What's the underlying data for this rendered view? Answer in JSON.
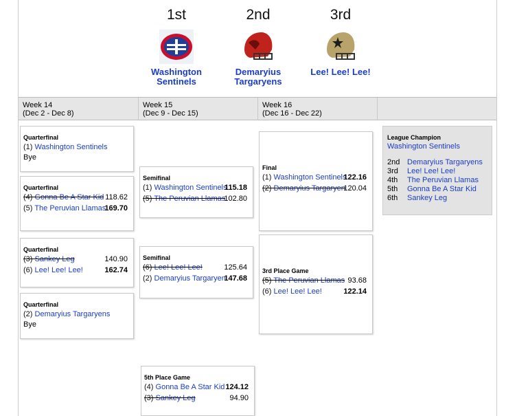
{
  "podium": [
    {
      "place": "1st",
      "team": "Washington Sentinels",
      "logo": "sentinels-helmet-icon"
    },
    {
      "place": "2nd",
      "team": "Demaryius Targaryens",
      "logo": "targaryens-helmet-icon"
    },
    {
      "place": "3rd",
      "team": "Lee! Lee! Lee!",
      "logo": "lee-helmet-icon"
    }
  ],
  "weeks": [
    {
      "label": "Week 14",
      "dates": "(Dec 2 - Dec 8)"
    },
    {
      "label": "Week 15",
      "dates": "(Dec 9 - Dec 15)"
    },
    {
      "label": "Week 16",
      "dates": "(Dec 16 - Dec 22)"
    }
  ],
  "matchups": {
    "qf1": {
      "title": "Quarterfinal",
      "seed": "(1)",
      "team": "Washington Sentinels",
      "bye": "Bye"
    },
    "qf2": {
      "title": "Quarterfinal",
      "a": {
        "seed": "(4)",
        "team": "Gonna Be A Star Kid",
        "score": "118.62"
      },
      "b": {
        "seed": "(5)",
        "team": "The Peruvian Llamas",
        "score": "169.70"
      }
    },
    "qf3": {
      "title": "Quarterfinal",
      "a": {
        "seed": "(3)",
        "team": "Sankey Leg",
        "score": "140.90"
      },
      "b": {
        "seed": "(6)",
        "team": "Lee! Lee! Lee!",
        "score": "162.74"
      }
    },
    "qf4": {
      "title": "Quarterfinal",
      "seed": "(2)",
      "team": "Demaryius Targaryens",
      "bye": "Bye"
    },
    "sf1": {
      "title": "Semifinal",
      "a": {
        "seed": "(1)",
        "team": "Washington Sentinels",
        "score": "115.18"
      },
      "b": {
        "seed": "(5)",
        "team": "The Peruvian Llamas",
        "score": "102.80"
      }
    },
    "sf2": {
      "title": "Semifinal",
      "a": {
        "seed": "(6)",
        "team": "Lee! Lee! Lee!",
        "score": "125.64"
      },
      "b": {
        "seed": "(2)",
        "team": "Demaryius Targaryens",
        "score": "147.68"
      }
    },
    "fifth": {
      "title": "5th Place Game",
      "a": {
        "seed": "(4)",
        "team": "Gonna Be A Star Kid",
        "score": "124.12"
      },
      "b": {
        "seed": "(3)",
        "team": "Sankey Leg",
        "score": "94.90"
      }
    },
    "final": {
      "title": "Final",
      "a": {
        "seed": "(1)",
        "team": "Washington Sentinels",
        "score": "122.16"
      },
      "b": {
        "seed": "(2)",
        "team": "Demaryius Targaryens",
        "score": "120.04"
      }
    },
    "third": {
      "title": "3rd Place Game",
      "a": {
        "seed": "(5)",
        "team": "The Peruvian Llamas",
        "score": "93.68"
      },
      "b": {
        "seed": "(6)",
        "team": "Lee! Lee! Lee!",
        "score": "122.14"
      }
    }
  },
  "champion": {
    "title": "League Champion",
    "team": "Washington Sentinels",
    "standings": [
      {
        "place": "2nd",
        "team": "Demaryius Targaryens"
      },
      {
        "place": "3rd",
        "team": "Lee! Lee! Lee!"
      },
      {
        "place": "4th",
        "team": "The Peruvian Llamas"
      },
      {
        "place": "5th",
        "team": "Gonna Be A Star Kid"
      },
      {
        "place": "6th",
        "team": "Sankey Leg"
      }
    ]
  },
  "colors": {
    "link": "#1a3cc8",
    "header_bg": "#e6e6e6",
    "champ_bg": "#e3e3e3"
  }
}
